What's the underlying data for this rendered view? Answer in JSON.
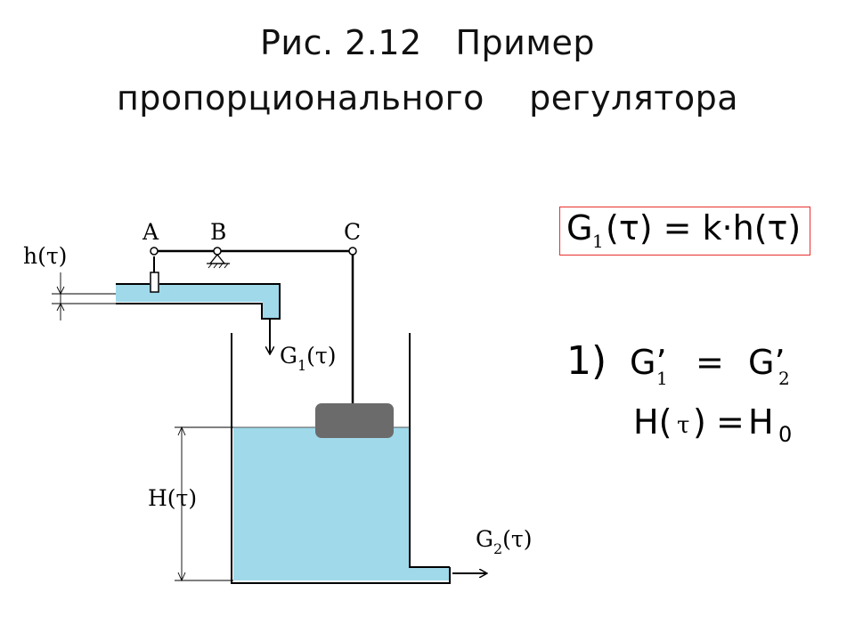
{
  "title": {
    "line1": "Рис. 2.12   Пример",
    "line2": "пропорционального    регулятора"
  },
  "diagram": {
    "labels": {
      "a": "A",
      "b": "B",
      "c": "C",
      "h": "h(τ)",
      "g1_main": "G",
      "g1_sub": "1",
      "g1_arg": "(τ)",
      "big_h": "H(τ)",
      "g2_main": "G",
      "g2_sub": "2",
      "g2_arg": "(τ)"
    },
    "colors": {
      "water": "#9fd9ea",
      "float": "#6b6b6b",
      "formula_border": "#e8302e"
    }
  },
  "formula_box": {
    "g": "G",
    "sub1": "1",
    "rest": "(τ) = k·h(τ)"
  },
  "equations": {
    "item_number": "1)",
    "eq1_lhs": "G’",
    "eq1_lhs_sub": "1",
    "eq1_equals": "=",
    "eq1_rhs": "G’",
    "eq1_rhs_sub": "2",
    "eq2_lhs": "H(",
    "eq2_tau": "τ",
    "eq2_close": ")",
    "eq2_equals": "=",
    "eq2_rhs": "H",
    "eq2_rhs_sub": "0"
  }
}
